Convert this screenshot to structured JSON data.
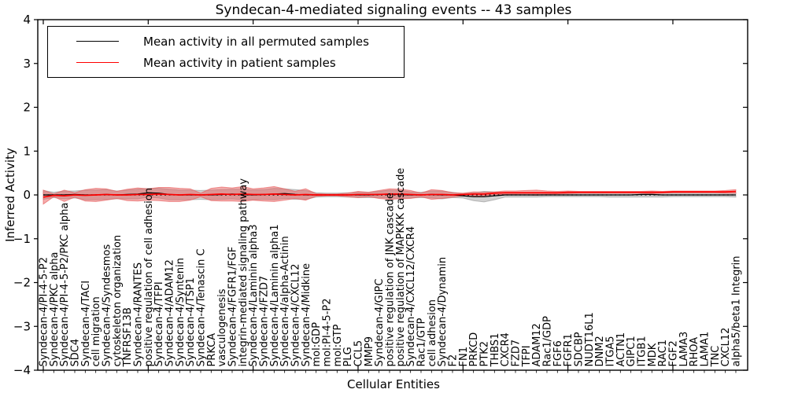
{
  "chart_data": {
    "type": "line",
    "title": "Syndecan-4-mediated signaling events -- 43 samples",
    "xlabel": "Cellular Entities",
    "ylabel": "Inferred Activity",
    "ylim": [
      -4,
      4
    ],
    "ytick_values": [
      4,
      3,
      2,
      1,
      0,
      -1,
      -2,
      -3,
      -4
    ],
    "x_major_tick_every": 10,
    "grid": false,
    "legend_position": "upper left",
    "zero_reference_line": true,
    "categories": [
      "Syndecan-4/PI-4-5-P2",
      "Syndecan-4/PKC alpha",
      "Syndecan-4/PI-4-5-P2/PKC alpha",
      "SDC4",
      "Syndecan-4/TACI",
      "cell migration",
      "Syndecan-4/Syndesmos",
      "cytoskeleton organization",
      "TNFRSF13B",
      "Syndecan-4/RANTES",
      "positive regulation of cell adhesion",
      "Syndecan-4/TFPI",
      "Syndecan-4/ADAM12",
      "Syndecan-4/Syntenin",
      "Syndecan-4/TSP1",
      "Syndecan-4/Tenascin C",
      "PRKCA",
      "vasculogenesis",
      "Syndecan-4/FGFR1/FGF",
      "integrin-mediated signaling pathway",
      "Syndecan-4/Laminin alpha3",
      "Syndecan-4/FZD7",
      "Syndecan-4/Laminin alpha1",
      "Syndecan-4/alpha-Actinin",
      "Syndecan-4/CXCL12",
      "Syndecan-4/Midkine",
      "mol:GDP",
      "mol:PI-4-5-P2",
      "mol:GTP",
      "PLG",
      "CCL5",
      "MMP9",
      "Syndecan-4/GIPC",
      "positive regulation of JNK cascade",
      "positive regulation of MAPKKK cascade",
      "Syndecan-4/CXCL12/CXCR4",
      "Rac1/GTP",
      "cell adhesion",
      "Syndecan-4/Dynamin",
      "F2",
      "FN1",
      "PRKCD",
      "PTK2",
      "THBS1",
      "CXCR4",
      "FZD7",
      "TFPI",
      "ADAM12",
      "Rac1/GDP",
      "FGF6",
      "FGFR1",
      "SDCBP",
      "NUDT16L1",
      "DNM2",
      "ITGA5",
      "ACTN1",
      "GIPC1",
      "ITGB1",
      "MDK",
      "RAC1",
      "FGF2",
      "LAMA3",
      "RHOA",
      "LAMA1",
      "TNC",
      "CXCL12",
      "alpha5/beta1 Integrin"
    ],
    "series": [
      {
        "name": "Mean activity in all permuted samples",
        "color": "#000000",
        "band_color": "#999999",
        "values": [
          0,
          0,
          0,
          0.01,
          0,
          0,
          0.01,
          0,
          0.01,
          0.02,
          0.05,
          0.04,
          0.01,
          0,
          0,
          0,
          0,
          0.01,
          0.02,
          0.01,
          0,
          0.01,
          0.02,
          0.03,
          0.01,
          0,
          0,
          0,
          0,
          0,
          0,
          0,
          0.01,
          0.02,
          0.01,
          0,
          0,
          0.01,
          0,
          0,
          -0.02,
          -0.04,
          -0.04,
          -0.02,
          0,
          0,
          0,
          0,
          0,
          0,
          0,
          0,
          0,
          0,
          0,
          0,
          0,
          0.01,
          0.01,
          0,
          0,
          0,
          0,
          0,
          0,
          0,
          0
        ],
        "spread": [
          0.1,
          0.06,
          0.09,
          0.08,
          0.11,
          0.11,
          0.11,
          0.09,
          0.1,
          0.11,
          0.1,
          0.11,
          0.12,
          0.11,
          0.11,
          0.1,
          0.11,
          0.11,
          0.11,
          0.12,
          0.11,
          0.11,
          0.13,
          0.11,
          0.11,
          0.1,
          0.05,
          0.04,
          0.04,
          0.05,
          0.06,
          0.06,
          0.07,
          0.09,
          0.09,
          0.07,
          0.06,
          0.08,
          0.09,
          0.06,
          0.05,
          0.09,
          0.12,
          0.09,
          0.05,
          0.05,
          0.05,
          0.05,
          0.04,
          0.04,
          0.04,
          0.04,
          0.04,
          0.04,
          0.05,
          0.05,
          0.05,
          0.06,
          0.06,
          0.05,
          0.04,
          0.04,
          0.04,
          0.04,
          0.04,
          0.04,
          0.05
        ]
      },
      {
        "name": "Mean activity in patient samples",
        "color": "#ff0000",
        "band_color": "#e85c5c",
        "values": [
          -0.05,
          -0.01,
          -0.02,
          0,
          -0.01,
          0,
          0.01,
          0,
          0,
          0.01,
          0.01,
          0.02,
          0.01,
          0,
          0.01,
          0,
          0.01,
          0.02,
          0.01,
          0.02,
          0.01,
          0.01,
          0.02,
          0.01,
          0,
          0.01,
          0,
          0,
          0,
          0,
          0.01,
          0.01,
          0.01,
          0.02,
          0.02,
          0.01,
          0,
          0.01,
          0.01,
          0,
          0.01,
          0.02,
          0.02,
          0.04,
          0.05,
          0.05,
          0.05,
          0.05,
          0.05,
          0.05,
          0.06,
          0.06,
          0.06,
          0.06,
          0.06,
          0.06,
          0.06,
          0.06,
          0.06,
          0.06,
          0.07,
          0.07,
          0.07,
          0.07,
          0.07,
          0.07,
          0.08
        ],
        "spread": [
          0.16,
          0.03,
          0.13,
          0.05,
          0.13,
          0.15,
          0.13,
          0.08,
          0.13,
          0.15,
          0.13,
          0.15,
          0.16,
          0.15,
          0.13,
          0.04,
          0.14,
          0.16,
          0.15,
          0.17,
          0.13,
          0.15,
          0.17,
          0.13,
          0.08,
          0.13,
          0.03,
          0.02,
          0.02,
          0.04,
          0.07,
          0.05,
          0.09,
          0.12,
          0.11,
          0.09,
          0.04,
          0.11,
          0.09,
          0.05,
          0.03,
          0.05,
          0.04,
          0.03,
          0.04,
          0.04,
          0.05,
          0.06,
          0.04,
          0.03,
          0.03,
          0.02,
          0.02,
          0.02,
          0.02,
          0.02,
          0.02,
          0.02,
          0.03,
          0.02,
          0.02,
          0.02,
          0.02,
          0.02,
          0.02,
          0.03,
          0.04
        ]
      }
    ]
  }
}
